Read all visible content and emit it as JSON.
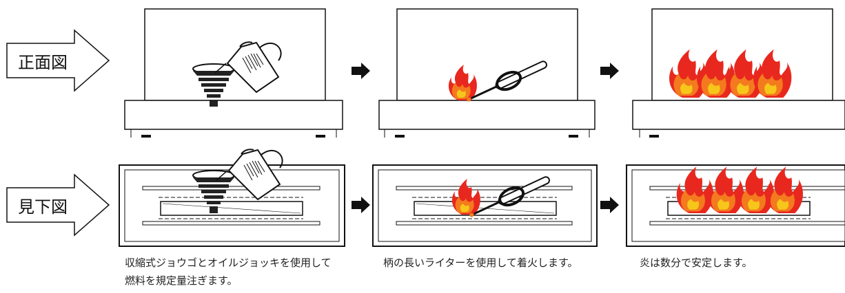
{
  "labels": {
    "front_view": "正面図",
    "top_view": "見下図"
  },
  "captions": {
    "step1_line1": "収縮式ジョウゴとオイルジョッキを使用して",
    "step1_line2": "燃料を規定量注ぎます。",
    "step2": "柄の長いライターを使用して着火します。",
    "step3": "炎は数分で安定します。"
  },
  "colors": {
    "flame_outer": "#e8281e",
    "flame_mid": "#f47a1f",
    "flame_inner": "#f7c61a",
    "line": "#111111"
  }
}
